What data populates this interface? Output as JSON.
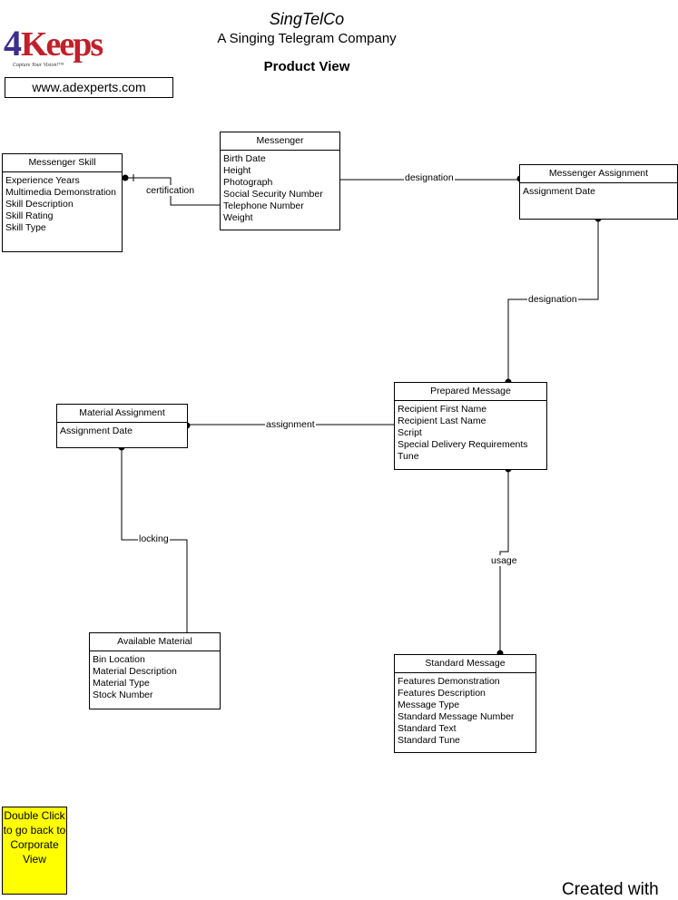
{
  "header": {
    "company": "SingTelCo",
    "tagline": "A Singing Telegram Company",
    "view_title": "Product View"
  },
  "logo": {
    "text": "Keeps",
    "number": "4",
    "slogan": "Capture Your Vision!™"
  },
  "url": "www.adexperts.com",
  "entities": {
    "messenger_skill": {
      "name": "Messenger Skill",
      "attributes": [
        "Experience Years",
        "Multimedia Demonstration",
        "Skill Description",
        "Skill Rating",
        "Skill Type"
      ]
    },
    "messenger": {
      "name": "Messenger",
      "attributes": [
        "Birth Date",
        "Height",
        "Photograph",
        "Social Security Number",
        "Telephone Number",
        "Weight"
      ]
    },
    "messenger_assignment": {
      "name": "Messenger Assignment",
      "attributes": [
        "Assignment Date"
      ]
    },
    "prepared_message": {
      "name": "Prepared Message",
      "attributes": [
        "Recipient First Name",
        "Recipient Last Name",
        "Script",
        "Special Delivery Requirements",
        "Tune"
      ]
    },
    "material_assignment": {
      "name": "Material Assignment",
      "attributes": [
        "Assignment Date"
      ]
    },
    "available_material": {
      "name": "Available Material",
      "attributes": [
        "Bin Location",
        "Material Description",
        "Material Type",
        "Stock Number"
      ]
    },
    "standard_message": {
      "name": "Standard Message",
      "attributes": [
        "Features Demonstration",
        "Features Description",
        "Message Type",
        "Standard Message Number",
        "Standard Text",
        "Standard Tune"
      ]
    }
  },
  "relationships": {
    "certification": "certification",
    "designation_1": "designation",
    "designation_2": "designation",
    "assignment": "assignment",
    "locking": "locking",
    "usage": "usage"
  },
  "back_button": {
    "label": "Double Click to go back to Corporate View",
    "color": "#ffff00"
  },
  "footer": "Created with "
}
